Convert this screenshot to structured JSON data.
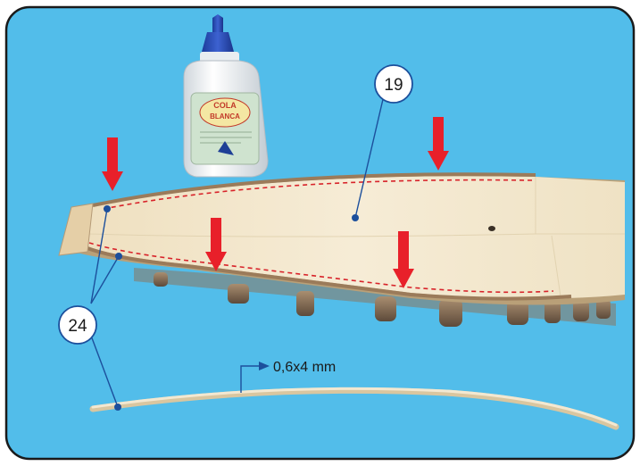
{
  "callouts": {
    "part_19": "19",
    "part_24": "24"
  },
  "dimension_label": "0,6x4 mm",
  "glue_bottle": {
    "label_line1": "COLA",
    "label_line2": "BLANCA"
  },
  "colors": {
    "background": "#4dbbe9",
    "frame": "#1a1a1a",
    "arrow": "#e8202a",
    "leader": "#1c4f9c",
    "dashed_line": "#d8232a",
    "deck_wood": "#f3e6c8"
  },
  "icons": [
    "down-arrow-icon",
    "right-arrow-icon",
    "glue-bottle-icon"
  ]
}
